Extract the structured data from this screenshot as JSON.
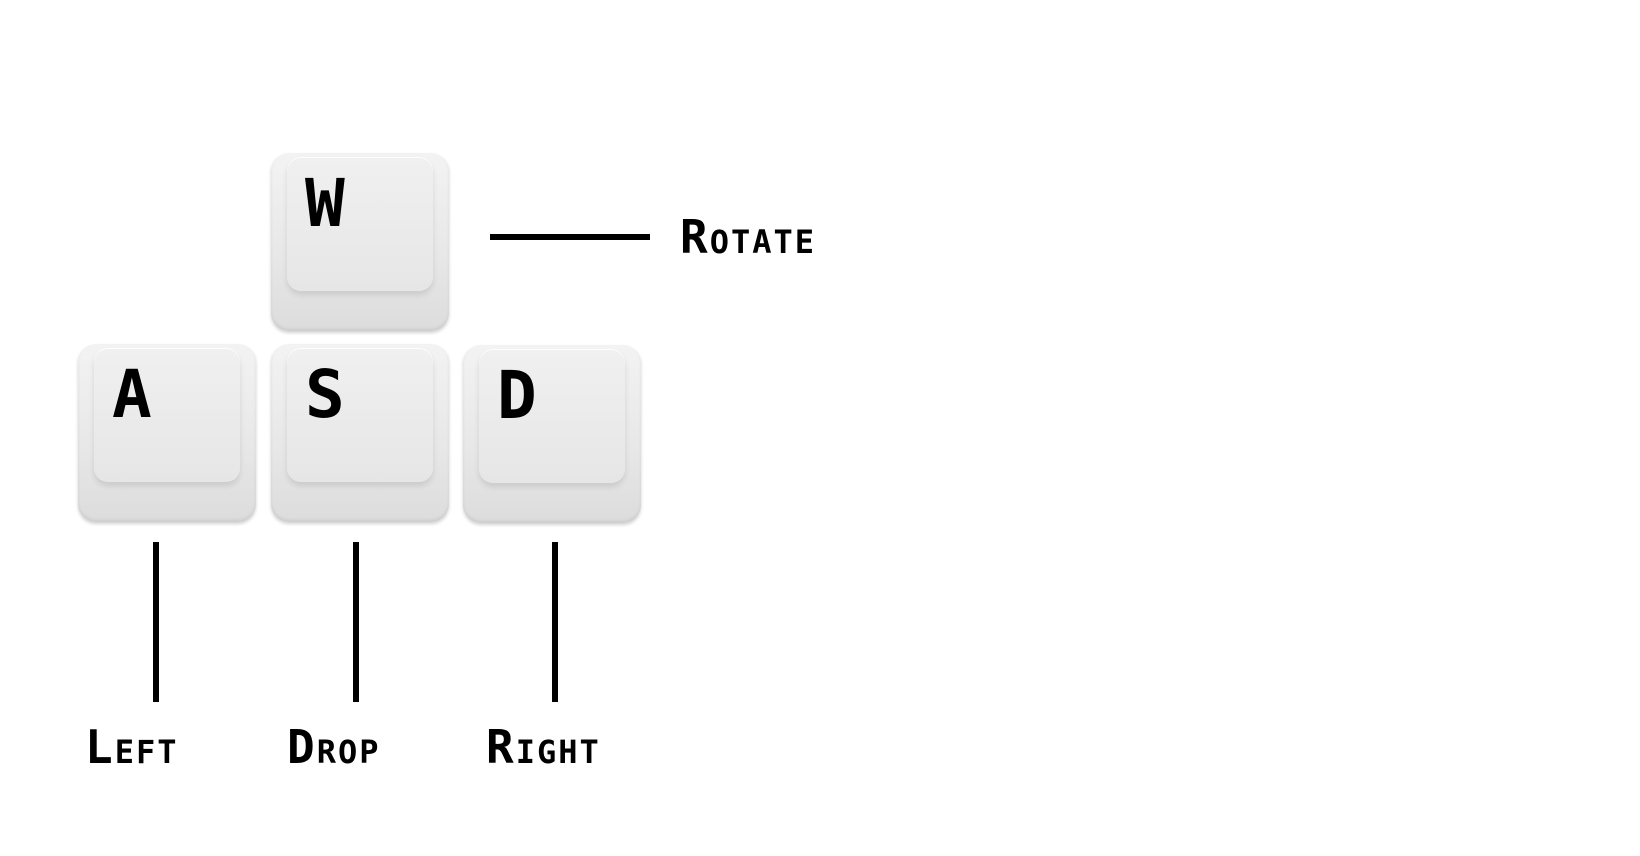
{
  "keys": {
    "w": "W",
    "a": "A",
    "s": "S",
    "d": "D"
  },
  "labels": {
    "rotate": "Rotate",
    "left": "Left",
    "drop": "Drop",
    "right": "Right"
  },
  "colors": {
    "background": "#ffffff",
    "key_face": "#e9e9e9",
    "text": "#000000"
  }
}
